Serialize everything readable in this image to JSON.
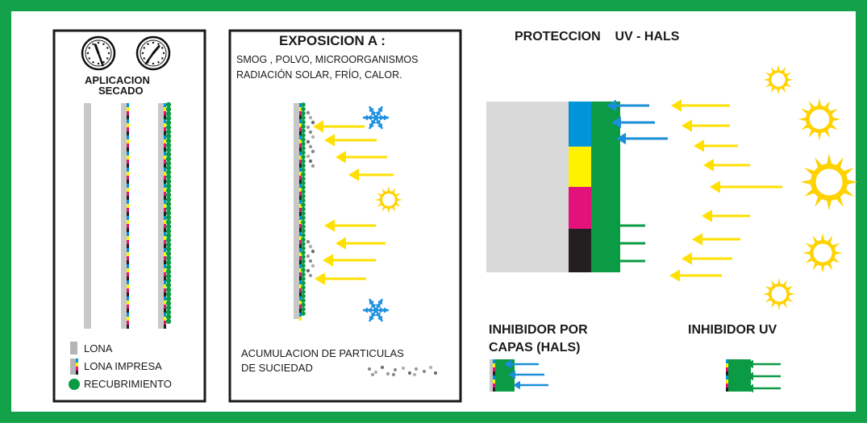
{
  "colors": {
    "frame": "#13a14a",
    "lona": "#c8c8c8",
    "coating": "#0b9b45",
    "arrow_yellow": "#ffe000",
    "arrow_blue": "#1a8fd8",
    "sun": "#ffd200",
    "snow": "#1e90e0",
    "cyan": "#0094d8",
    "yellow": "#fff200",
    "magenta": "#e2127a",
    "black": "#231f20"
  },
  "panel1": {
    "title_line1": "APLICACION",
    "title_line2": "SECADO",
    "icons": [
      "clock-icon",
      "clock-icon"
    ],
    "legend": [
      {
        "label": "LONA",
        "icon": "lona-swatch-icon"
      },
      {
        "label": "LONA IMPRESA",
        "icon": "printed-lona-swatch-icon"
      },
      {
        "label": "RECUBRIMIENTO",
        "icon": "coating-dot-icon"
      }
    ]
  },
  "panel2": {
    "title": "EXPOSICION A :",
    "line1": "SMOG , POLVO, MICROORGANISMOS",
    "line2": "RADIACIÓN SOLAR, FRÍO, CALOR.",
    "particles_line1": "ACUMULACION DE PARTICULAS",
    "particles_line2": "DE SUCIEDAD",
    "icons": [
      "snowflake-icon",
      "sun-icon",
      "snowflake-icon"
    ]
  },
  "panel3": {
    "title": "PROTECCION    UV - HALS",
    "layers": [
      "cyan",
      "yellow",
      "magenta",
      "black"
    ],
    "inhibitor_hals_line1": "INHIBIDOR POR",
    "inhibitor_hals_line2": "CAPAS (HALS)",
    "inhibitor_uv": "INHIBIDOR UV",
    "icons": [
      "sun-icon"
    ]
  }
}
